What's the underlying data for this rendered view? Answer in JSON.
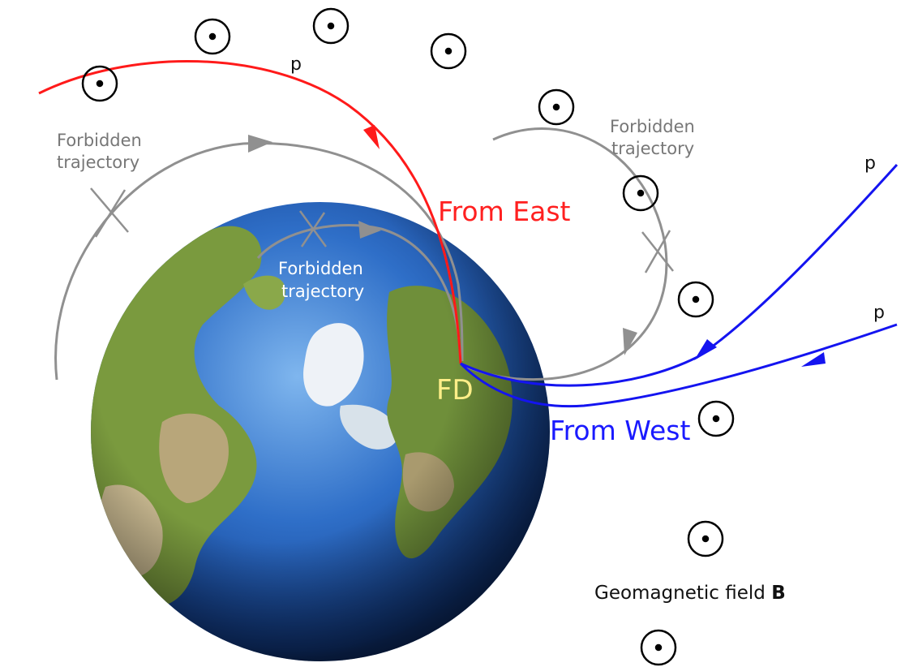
{
  "labels": {
    "forbidden_left_line1": "Forbidden",
    "forbidden_left_line2": "trajectory",
    "forbidden_center_line1": "Forbidden",
    "forbidden_center_line2": "trajectory",
    "forbidden_right_line1": "Forbidden",
    "forbidden_right_line2": "trajectory",
    "particle_top": "p",
    "particle_right_upper": "p",
    "particle_right_lower": "p",
    "from_east": "From East",
    "from_west": "From West",
    "detector": "FD",
    "field_text": "Geomagnetic field ",
    "field_symbol": "B"
  },
  "colors": {
    "east_trajectory": "#ff1a1a",
    "west_trajectory": "#1414f0",
    "forbidden_trajectory": "#909090",
    "ocean": "#1e5db8",
    "land": "#6f8f3a",
    "ice": "#e8eef5"
  },
  "icons": {
    "field_marker": "dot-in-circle-icon",
    "globe": "earth-globe-icon",
    "forbidden_mark": "cross-mark-icon"
  }
}
